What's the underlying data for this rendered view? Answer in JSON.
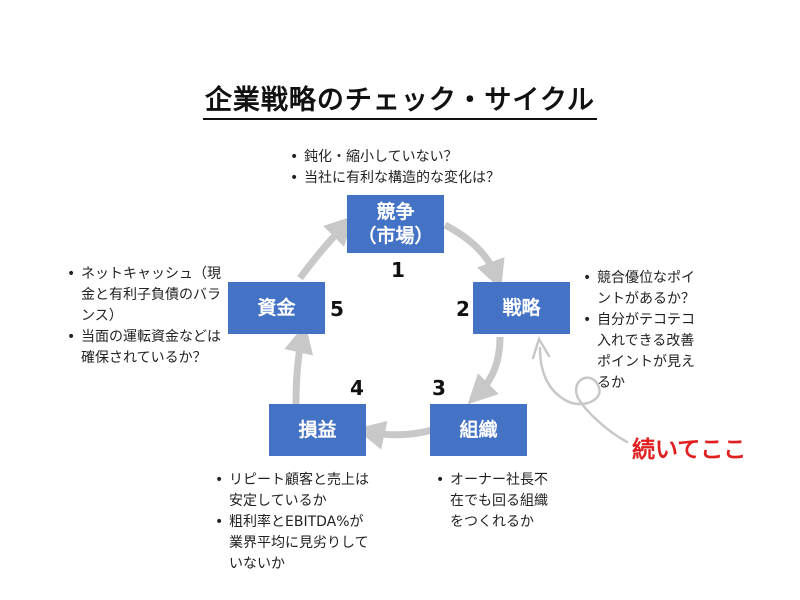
{
  "title": "企業戦略のチェック・サイクル",
  "boxes": {
    "competition": {
      "line1": "競争",
      "line2": "（市場）"
    },
    "strategy": "戦略",
    "organization": "組織",
    "profit_loss": "損益",
    "funds": "資金"
  },
  "numbers": [
    "1",
    "2",
    "3",
    "4",
    "5"
  ],
  "notes": {
    "competition": [
      "鈍化・縮小していない？",
      "当社に有利な構造的な変化は？"
    ],
    "strategy": [
      "競合優位なポイントがあるか？",
      "自分がテコテコ入れできる改善ポイントが見えるか"
    ],
    "organization": [
      "オーナー社長不在でも回る組織をつくれるか"
    ],
    "profit_loss": [
      "リピート顧客と売上は安定しているか",
      "粗利率とEBITDA%が業界平均に見劣りしていないか"
    ],
    "funds": [
      "ネットキャッシュ（現金と有利子負債のバランス）",
      "当面の運転資金などは確保されているか？"
    ]
  },
  "continue_label": "続いてここ",
  "colors": {
    "box": "#4472c4",
    "arrow": "#c8c8c8",
    "accent": "#e02020"
  }
}
